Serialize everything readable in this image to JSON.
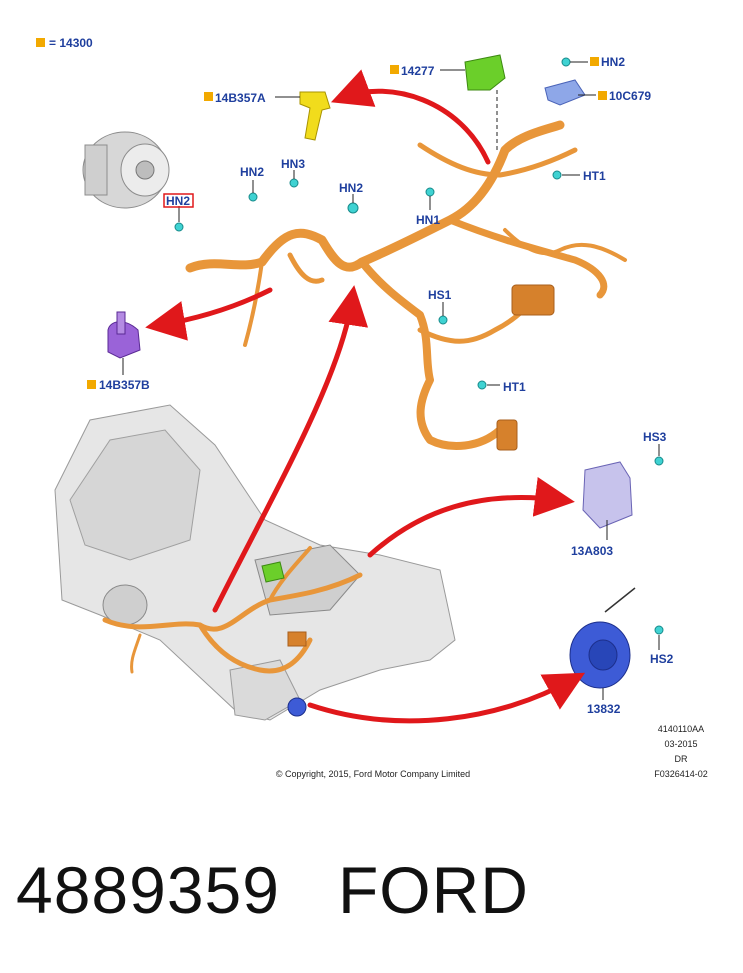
{
  "legend": {
    "text": "= 14300",
    "color": "#f2a900"
  },
  "labels": {
    "l14277": "14277",
    "lHN2a": "HN2",
    "l10C679": "10C679",
    "l14B357A": "14B357A",
    "lHN2b": "HN2",
    "lHN3": "HN3",
    "lHN2c": "HN2",
    "lHN2boxed": "HN2",
    "lHN1": "HN1",
    "lHT1a": "HT1",
    "lHS1": "HS1",
    "lHT1b": "HT1",
    "l14B357B": "14B357B",
    "lHS3": "HS3",
    "l13A803": "13A803",
    "lHS2": "HS2",
    "l13832": "13832"
  },
  "doc_info": {
    "ref": "4140110AA",
    "date": "03-2015",
    "code": "DR",
    "figure": "F0326414-02",
    "copyright": "© Copyright, 2015, Ford Motor Company Limited"
  },
  "caption": {
    "part_number": "4889359",
    "brand": "FORD"
  },
  "colors": {
    "harness": "#e8963a",
    "label": "#1f3f9e",
    "arrow": "#e0181b",
    "legend_square": "#f2a900",
    "relay_green": "#6bcf2a",
    "sensor_yellow": "#f1dc1c",
    "bracket_purple": "#9a63d8",
    "fastener_cyan": "#3fd2d2"
  }
}
